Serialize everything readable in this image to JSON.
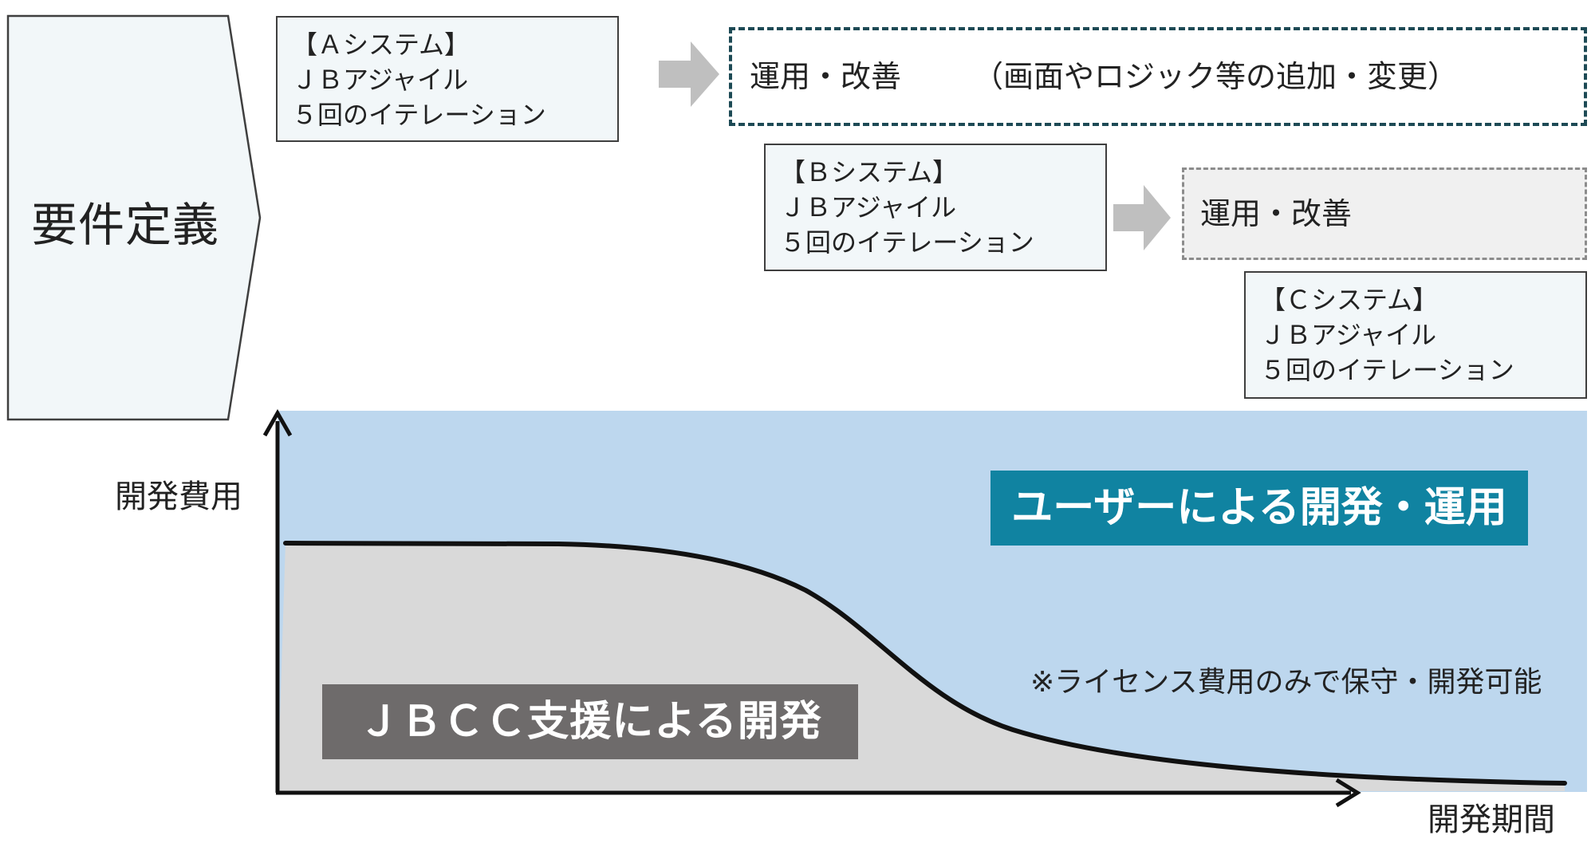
{
  "requirements": {
    "label": "要件定義"
  },
  "systems": [
    {
      "title": "【Ａシステム】",
      "method": "ＪＢアジャイル",
      "iterations": "５回のイテレーション"
    },
    {
      "title": "【Ｂシステム】",
      "method": "ＪＢアジャイル",
      "iterations": "５回のイテレーション"
    },
    {
      "title": "【Ｃシステム】",
      "method": "ＪＢアジャイル",
      "iterations": "５回のイテレーション"
    }
  ],
  "operations": {
    "a_label": "運用・改善",
    "a_note": "（画面やロジック等の追加・変更）",
    "b_label": "運用・改善"
  },
  "chart": {
    "y_axis_label": "開発費用",
    "x_axis_label": "開発期間",
    "user_area_label": "ユーザーによる開発・運用",
    "jbcc_area_label": "ＪＢＣＣ支援による開発",
    "license_note": "※ライセンス費用のみで保守・開発可能"
  },
  "colors": {
    "user_area": "#bdd7ee",
    "jbcc_area": "#d9d9d9",
    "user_badge": "#1083a1",
    "jbcc_badge": "#6e6b6b",
    "dashed_border_a": "#1d4a55"
  }
}
